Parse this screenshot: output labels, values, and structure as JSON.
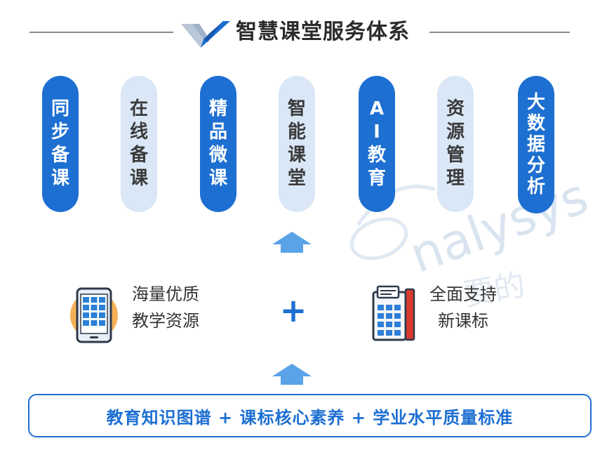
{
  "title": "智慧课堂服务体系",
  "colors": {
    "primary": "#1d6fd2",
    "light_pill": "#d9e7f6",
    "text_dark": "#333333",
    "accent_orange": "#f3a23a"
  },
  "pills": [
    {
      "label": "同步备课",
      "style": "dark"
    },
    {
      "label": "在线备课",
      "style": "light"
    },
    {
      "label": "精品微课",
      "style": "dark"
    },
    {
      "label": "智能课堂",
      "style": "light"
    },
    {
      "label": "AI教育",
      "style": "dark"
    },
    {
      "label": "资源管理",
      "style": "light"
    },
    {
      "label": "大数据分析",
      "style": "dark"
    }
  ],
  "middle": {
    "left_icon": "tablet-grid-icon",
    "left_line1": "海量优质",
    "left_line2": "教学资源",
    "plus": "+",
    "right_icon": "document-calculator-icon",
    "right_line1": "全面支持",
    "right_line2": "新课标"
  },
  "bottom_banner": "教育知识图谱 + 课标核心素养 + 学业水平质量标准",
  "watermark": "analysys 要的"
}
